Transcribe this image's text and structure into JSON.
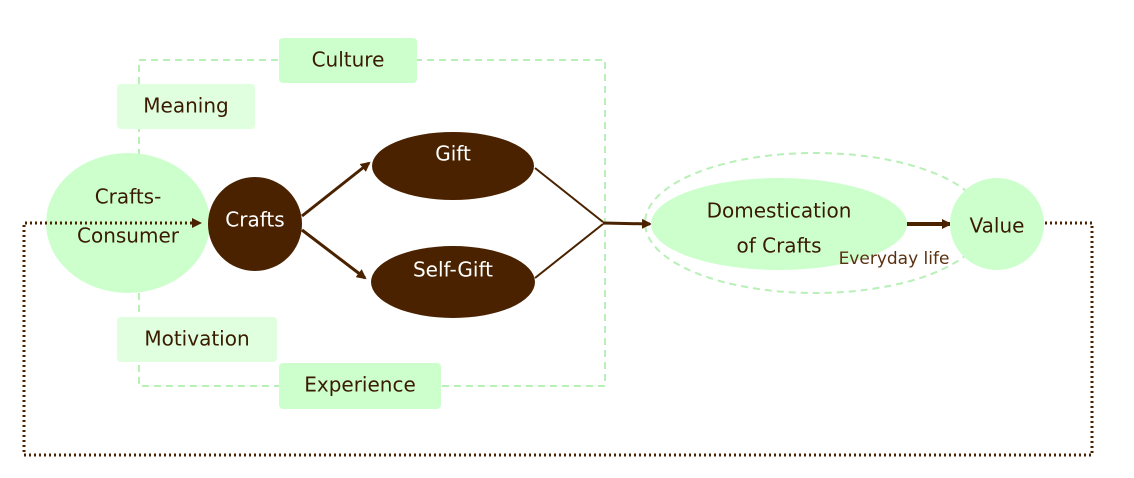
{
  "nodes": {
    "crafts_consumer": {
      "line1": "Crafts-",
      "line2": "Consumer"
    },
    "crafts": "Crafts",
    "gift": "Gift",
    "self_gift": "Self-Gift",
    "domestication": {
      "line1": "Domestication",
      "line2": "of Crafts"
    },
    "value": "Value"
  },
  "labels": {
    "culture": "Culture",
    "meaning": "Meaning",
    "motivation": "Motivation",
    "experience": "Experience",
    "everyday_life": "Everyday life"
  },
  "colors": {
    "dark_brown": "#4a2200",
    "light_green": "#ccffcc",
    "pale_green": "#dfffdf",
    "dashed_green": "#b8f0b8",
    "text": "#3a1a00"
  }
}
